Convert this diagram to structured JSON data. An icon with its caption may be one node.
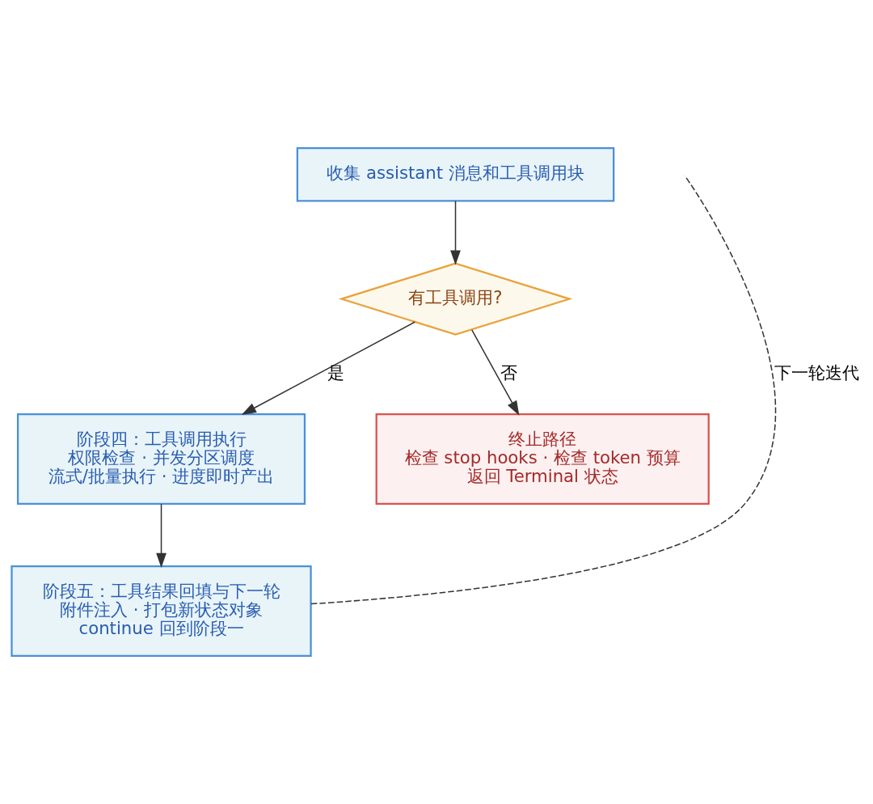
{
  "diagram": {
    "nodes": [
      {
        "text": [
          "收集 assistant 消息和工具调用块"
        ]
      },
      {
        "text": [
          "有工具调用?"
        ]
      },
      {
        "text": [
          "阶段四：工具调用执行",
          "权限检查 · 并发分区调度",
          "流式/批量执行 · 进度即时产出"
        ]
      },
      {
        "text": [
          "终止路径",
          "检查 stop hooks · 检查 token 预算",
          "返回 Terminal 状态"
        ]
      },
      {
        "text": [
          "阶段五：工具结果回填与下一轮",
          "附件注入 · 打包新状态对象",
          "continue 回到阶段一"
        ]
      }
    ],
    "edges": [
      {
        "from": 0,
        "to": 1,
        "arrow": "to"
      },
      {
        "from": 1,
        "to": 2,
        "arrow": "to",
        "label": "是"
      },
      {
        "from": 1,
        "to": 3,
        "arrow": "to",
        "label": "否"
      },
      {
        "from": 2,
        "to": 4,
        "arrow": "to"
      },
      {
        "from": 4,
        "to": null,
        "arrow": "none",
        "style": "dashed",
        "label": "下一轮迭代"
      }
    ]
  }
}
